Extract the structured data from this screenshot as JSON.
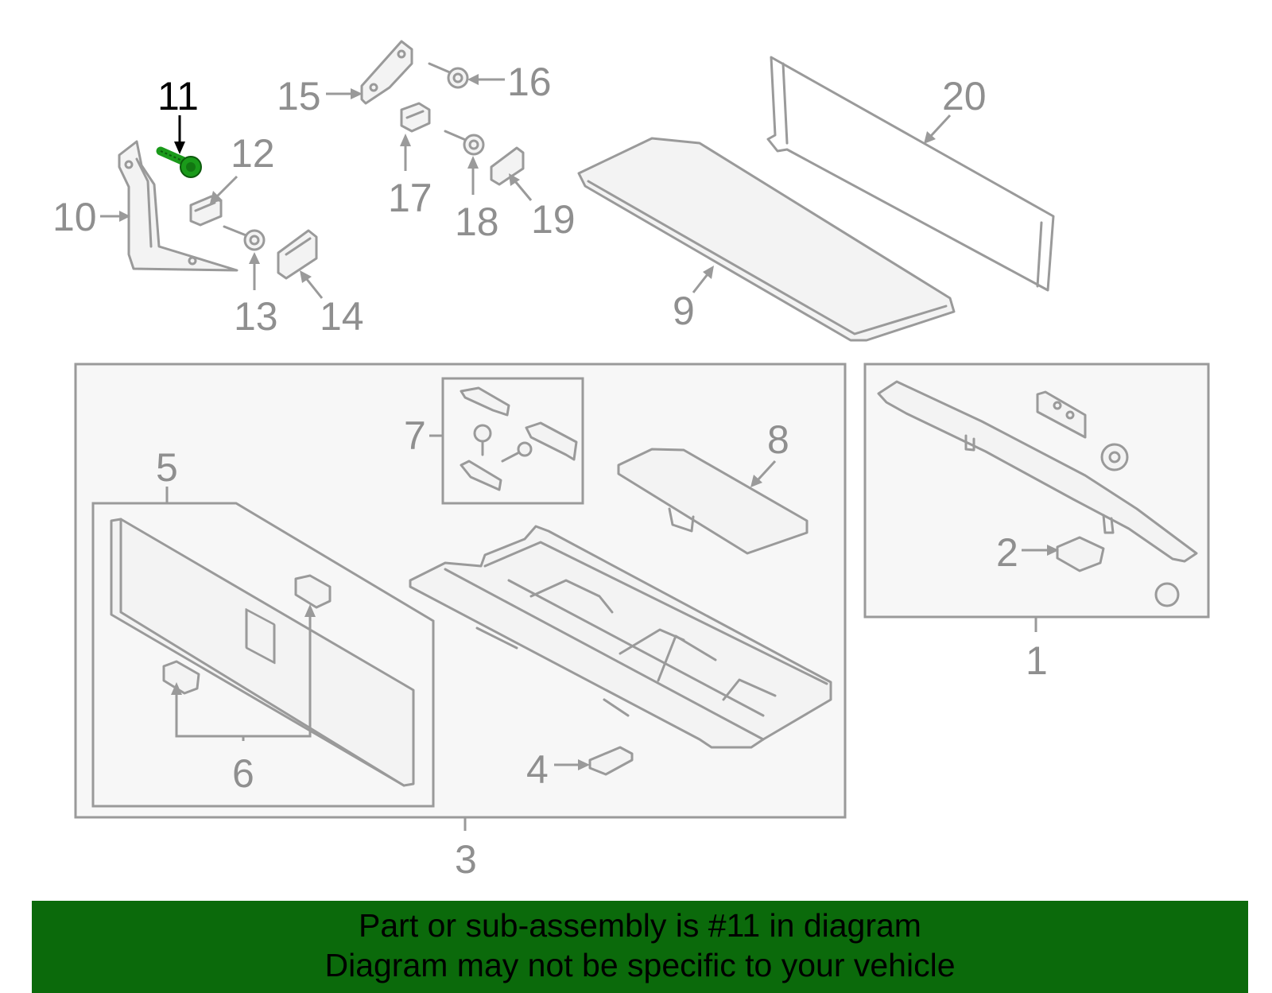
{
  "callouts": {
    "c1": "1",
    "c2": "2",
    "c3": "3",
    "c4": "4",
    "c5": "5",
    "c6": "6",
    "c7": "7",
    "c8": "8",
    "c9": "9",
    "c10": "10",
    "c11": "11",
    "c12": "12",
    "c13": "13",
    "c14": "14",
    "c15": "15",
    "c16": "16",
    "c17": "17",
    "c18": "18",
    "c19": "19",
    "c20": "20"
  },
  "highlight": {
    "part_number": "11",
    "color": "#1a9a1a"
  },
  "banner": {
    "line1": "Part or sub-assembly is #11 in diagram",
    "line2": "Diagram may not be specific to your vehicle",
    "background": "#0b6a0b"
  }
}
